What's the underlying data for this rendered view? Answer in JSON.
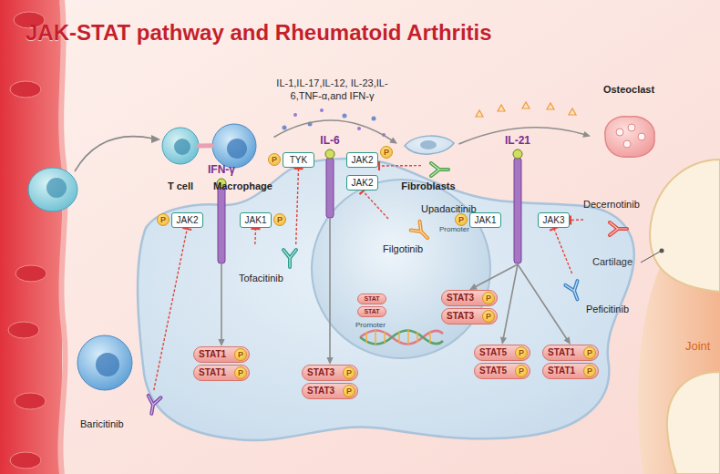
{
  "diagram": {
    "title": "JAK-STAT pathway and Rheumatoid Arthritis",
    "nodes": [
      {
        "text": [
          "T cell"
        ]
      },
      {
        "text": [
          "Macrophage"
        ]
      },
      {
        "text": [
          "Fibroblasts"
        ]
      },
      {
        "text": [
          "Osteoclast"
        ]
      },
      {
        "text": [
          "IFN-γ"
        ]
      },
      {
        "text": [
          "IL-6"
        ]
      },
      {
        "text": [
          "IL-21"
        ]
      },
      {
        "text": [
          "TYK"
        ]
      },
      {
        "text": [
          "JAK2"
        ]
      },
      {
        "text": [
          "JAK2"
        ]
      },
      {
        "text": [
          "JAK2"
        ]
      },
      {
        "text": [
          "JAK1"
        ]
      },
      {
        "text": [
          "JAK1"
        ]
      },
      {
        "text": [
          "JAK3"
        ]
      },
      {
        "text": [
          "P"
        ]
      },
      {
        "text": [
          "P"
        ]
      },
      {
        "text": [
          "P"
        ]
      },
      {
        "text": [
          "P"
        ]
      },
      {
        "text": [
          "P"
        ]
      },
      {
        "text": [
          "Upadacitinib"
        ]
      },
      {
        "text": [
          "Decernotinib"
        ]
      },
      {
        "text": [
          "Filgotinib"
        ]
      },
      {
        "text": [
          "Tofacitinib"
        ]
      },
      {
        "text": [
          "STAT"
        ]
      },
      {
        "text": [
          "STAT"
        ]
      },
      {
        "text": [
          "STAT3"
        ]
      },
      {
        "text": [
          "P"
        ],
        "in": 25
      },
      {
        "text": [
          "STAT3"
        ]
      },
      {
        "text": [
          "P"
        ],
        "in": 27
      },
      {
        "text": [
          "Peficitinib"
        ]
      },
      {
        "text": [
          "STAT1"
        ]
      },
      {
        "text": [
          "P"
        ],
        "in": 30
      },
      {
        "text": [
          "STAT1"
        ]
      },
      {
        "text": [
          "P"
        ],
        "in": 32
      },
      {
        "text": [
          "STAT3"
        ]
      },
      {
        "text": [
          "P"
        ],
        "in": 34
      },
      {
        "text": [
          "STAT3"
        ]
      },
      {
        "text": [
          "P"
        ],
        "in": 36
      },
      {
        "text": [
          "STAT5"
        ]
      },
      {
        "text": [
          "P"
        ],
        "in": 38
      },
      {
        "text": [
          "STAT5"
        ]
      },
      {
        "text": [
          "P"
        ],
        "in": 40
      },
      {
        "text": [
          "STAT1"
        ]
      },
      {
        "text": [
          "P"
        ],
        "in": 42
      },
      {
        "text": [
          "STAT1"
        ]
      },
      {
        "text": [
          "P"
        ],
        "in": 44
      },
      {
        "text": [
          "Baricitinib"
        ]
      }
    ],
    "edges": [
      {
        "from": 0,
        "to": 1,
        "arrow": "none"
      },
      {
        "from": 1,
        "to": 2,
        "arrow": "to",
        "label": "IL-1,IL-17,IL-12, IL-23,IL-6,TNF-α,and IFN-γ"
      },
      {
        "from": 2,
        "to": 3,
        "arrow": "to"
      },
      {
        "from": 4,
        "to": 30,
        "arrow": "to"
      },
      {
        "from": 5,
        "to": 34,
        "arrow": "to"
      },
      {
        "from": 6,
        "to": 25,
        "arrow": "to"
      },
      {
        "from": 6,
        "to": 38,
        "arrow": "to"
      },
      {
        "from": 6,
        "to": 42,
        "arrow": "to"
      },
      {
        "from": 46,
        "to": 10,
        "arrow": "to"
      },
      {
        "from": 22,
        "to": 11,
        "arrow": "to"
      },
      {
        "from": 22,
        "to": 7,
        "arrow": "to"
      },
      {
        "from": 19,
        "to": 8,
        "arrow": "to"
      },
      {
        "from": 21,
        "to": 9,
        "arrow": "to"
      },
      {
        "from": 20,
        "to": 13,
        "arrow": "to"
      },
      {
        "from": 29,
        "to": 13,
        "arrow": "to"
      }
    ],
    "labels": [
      "Promoter",
      "Promoter",
      "Cartilage",
      "Joint"
    ]
  }
}
